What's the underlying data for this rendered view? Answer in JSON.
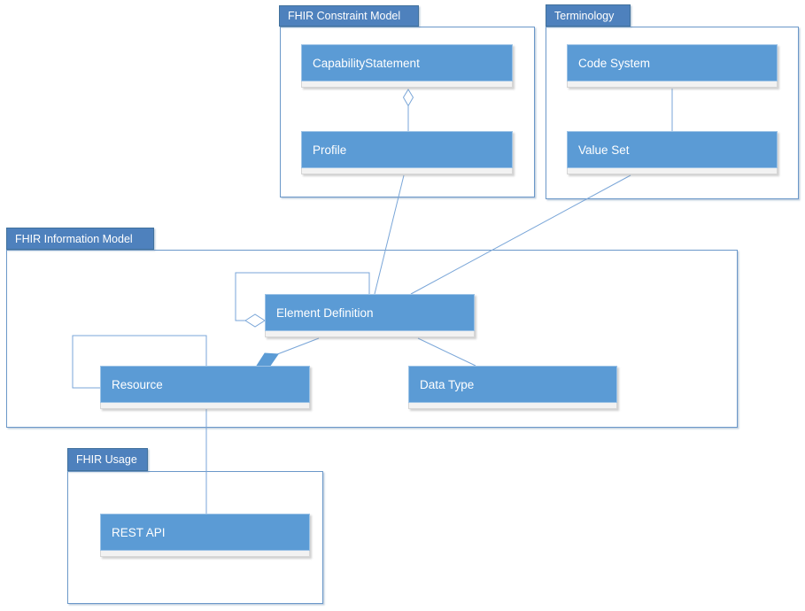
{
  "packages": [
    {
      "label": "FHIR Constraint Model",
      "classes": [
        {
          "label": "CapabilityStatement"
        },
        {
          "label": "Profile"
        }
      ]
    },
    {
      "label": "Terminology",
      "classes": [
        {
          "label": "Code System"
        },
        {
          "label": "Value Set"
        }
      ]
    },
    {
      "label": "FHIR Information Model",
      "classes": [
        {
          "label": "Element Definition"
        },
        {
          "label": "Resource"
        },
        {
          "label": "Data Type"
        }
      ]
    },
    {
      "label": "FHIR Usage",
      "classes": [
        {
          "label": "REST API"
        }
      ]
    }
  ],
  "relationships": [
    {
      "from": "CapabilityStatement",
      "to": "Profile",
      "type": "aggregation-hollow-diamond-at-capabilitystatement"
    },
    {
      "from": "Code System",
      "to": "Value Set",
      "type": "association"
    },
    {
      "from": "Profile",
      "to": "Element Definition",
      "type": "association"
    },
    {
      "from": "Value Set",
      "to": "Element Definition",
      "type": "association"
    },
    {
      "from": "Element Definition",
      "to": "Element Definition",
      "type": "self-aggregation-hollow-diamond"
    },
    {
      "from": "Resource",
      "to": "Resource",
      "type": "self-association"
    },
    {
      "from": "Element Definition",
      "to": "Resource",
      "type": "composition-filled-diamond-at-resource"
    },
    {
      "from": "Element Definition",
      "to": "Data Type",
      "type": "association"
    },
    {
      "from": "Resource",
      "to": "REST API",
      "type": "association"
    }
  ],
  "colors": {
    "class_fill": "#5b9bd5",
    "class_border": "#9dc3e6",
    "package_tab_fill": "#4e81bd",
    "package_border": "#6b98c9",
    "compartment_fill": "#f2f2f2",
    "connector_line": "#7aa6d8",
    "text": "#ffffff"
  }
}
